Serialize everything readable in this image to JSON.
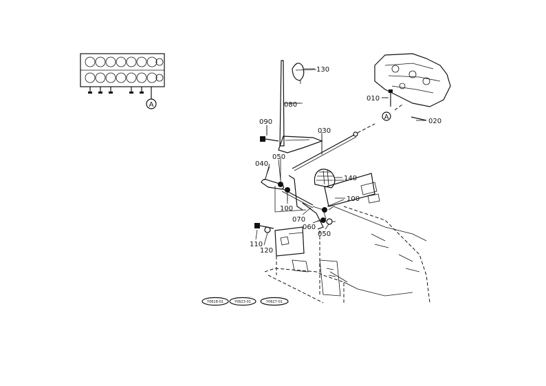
{
  "callouts": {
    "c130": "130",
    "c080": "080",
    "c090": "090",
    "c030": "030",
    "c040": "040",
    "c050a": "050",
    "c140": "140",
    "c100a": "100",
    "c100b": "100",
    "c070": "070",
    "c060": "060",
    "c050b": "050",
    "c110": "110",
    "c120": "120",
    "c010": "010",
    "c020": "020"
  },
  "reference_marks": {
    "left": "A",
    "right": "A"
  },
  "footer_badges": [
    "Y0618-01",
    "Y0623-01",
    "Y0627-01"
  ]
}
